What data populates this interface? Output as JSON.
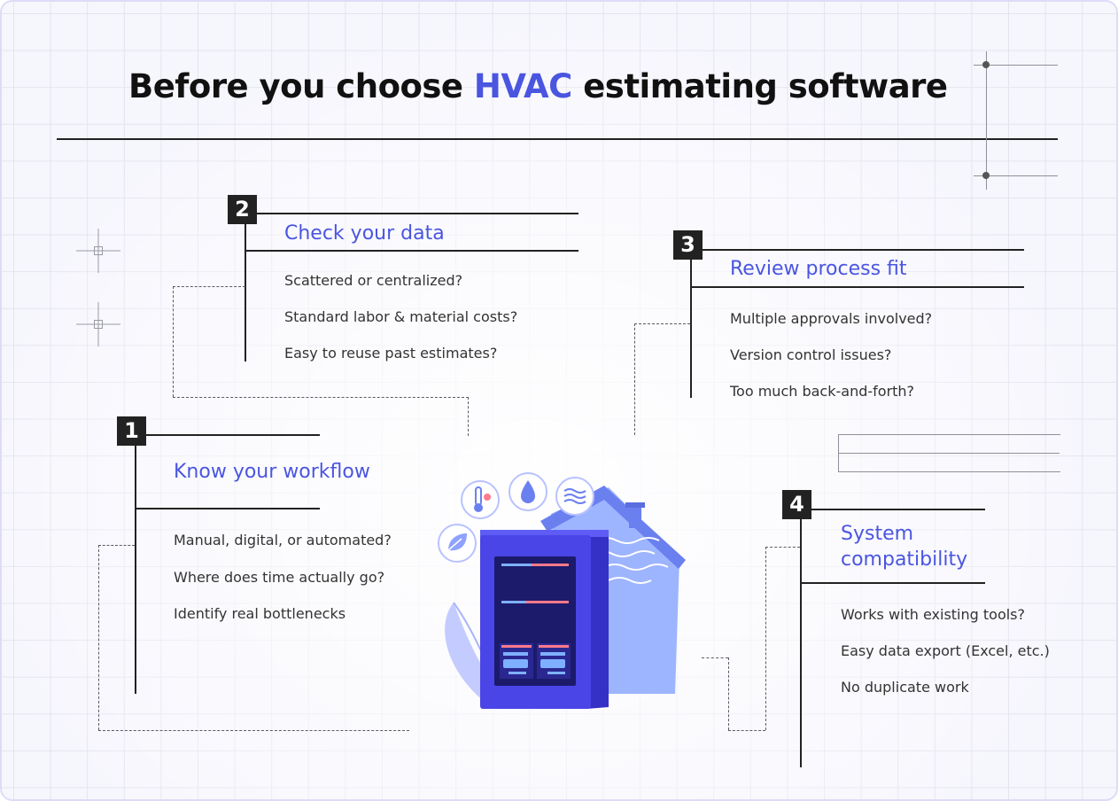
{
  "title": {
    "before": "Before you choose",
    "highlight": "HVAC",
    "after": "estimating software"
  },
  "colors": {
    "accent": "#4a55e0",
    "ink": "#111111",
    "device": "#4a45e6"
  },
  "steps": [
    {
      "number": "1",
      "title": "Know your workflow",
      "items": [
        "Manual, digital, or automated?",
        "Where does time actually go?",
        "Identify real bottlenecks"
      ]
    },
    {
      "number": "2",
      "title": "Check your data",
      "items": [
        "Scattered or centralized?",
        "Standard labor & material costs?",
        "Easy to reuse past estimates?"
      ]
    },
    {
      "number": "3",
      "title": "Review process fit",
      "items": [
        "Multiple approvals involved?",
        "Version control issues?",
        "Too much back-and-forth?"
      ]
    },
    {
      "number": "4",
      "title_line1": "System",
      "title_line2": "compatibility",
      "items": [
        "Works with existing tools?",
        "Easy data export (Excel, etc.)",
        "No duplicate work"
      ]
    }
  ],
  "illustration": {
    "icons": [
      "leaf-icon",
      "thermometer-icon",
      "water-drop-icon",
      "air-waves-icon"
    ],
    "subject": "hvac-unit"
  }
}
